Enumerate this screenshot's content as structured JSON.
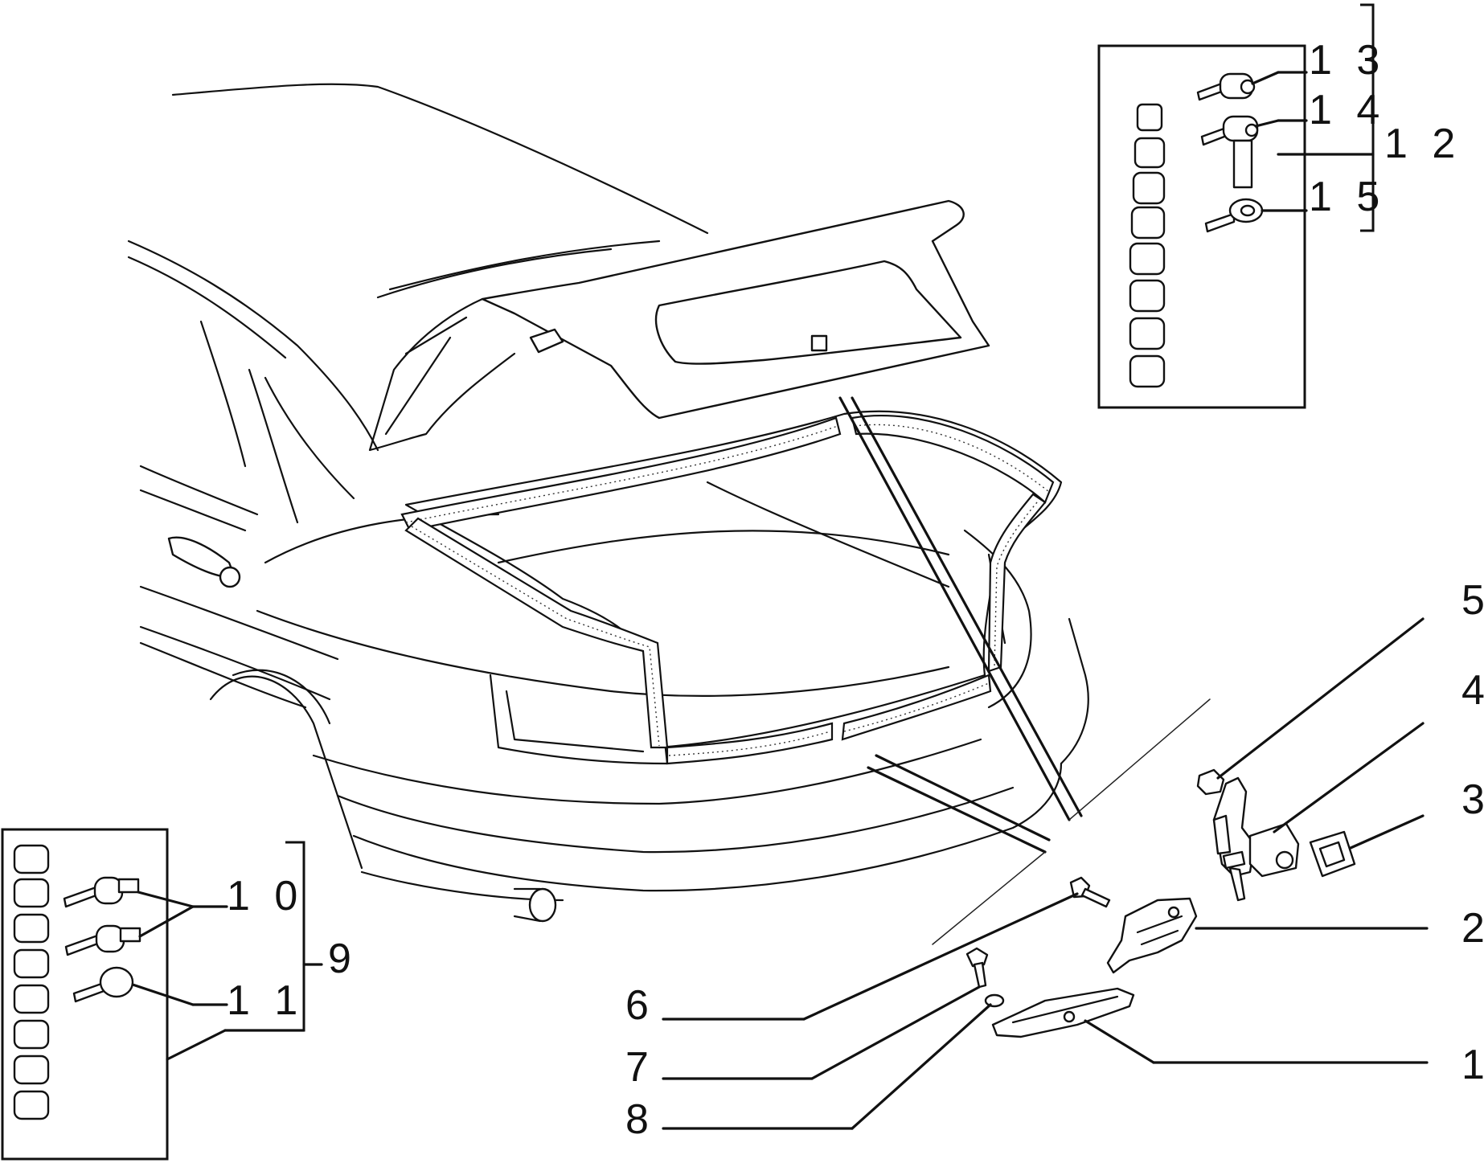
{
  "labels": {
    "p1": "1",
    "p2": "2",
    "p3": "3",
    "p4": "4",
    "p5": "5",
    "p6": "6",
    "p7": "7",
    "p8": "8",
    "p9": "9",
    "p10": "1 0",
    "p11": "1 1",
    "p12": "1 2",
    "p13": "1 3",
    "p14": "1 4",
    "p15": "1 5"
  }
}
